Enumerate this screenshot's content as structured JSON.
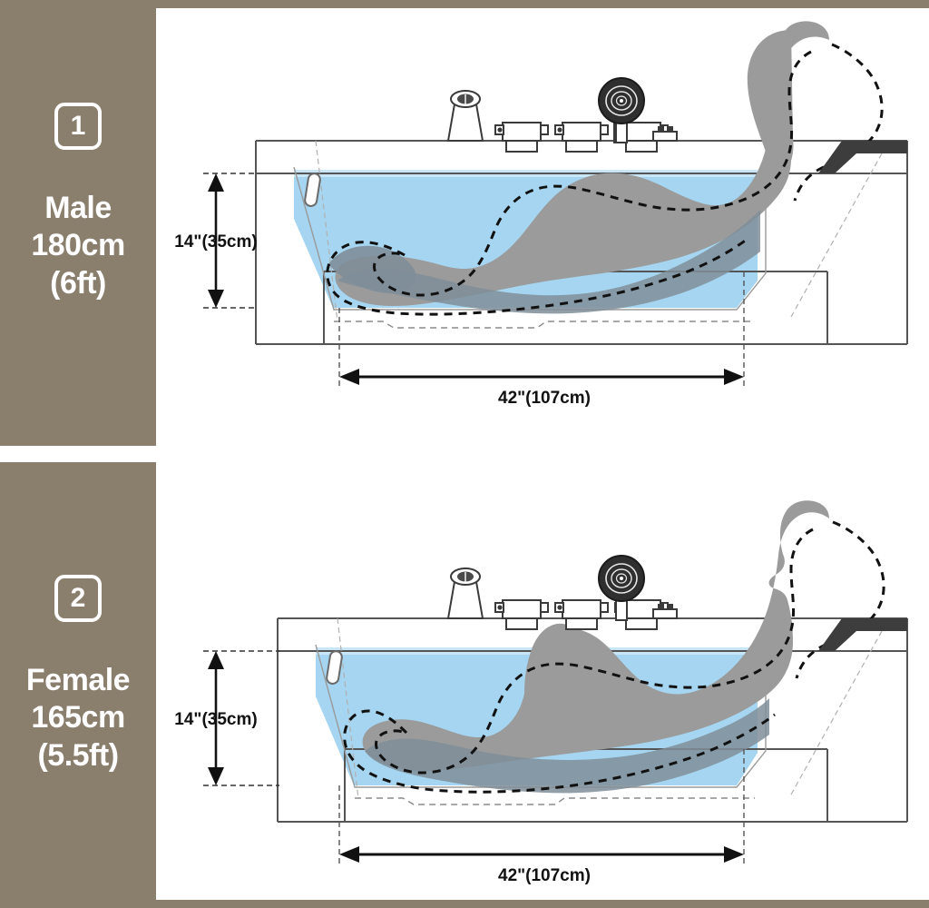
{
  "figure": {
    "title": "Bathtub fitting diagram",
    "background_color": "#ffffff",
    "sidebar_color": "#8a7e6d",
    "water_color": "#a5d5f0",
    "body_color": "#9b9b9b",
    "headrest_color": "#3d3d3d",
    "outline_color": "#555555"
  },
  "panels": [
    {
      "badge": "1",
      "label_line1": "Male",
      "label_line2": "180cm",
      "label_line3": "(6ft)",
      "depth_dimension": "14\"(35cm)",
      "length_dimension": "42\"(107cm)"
    },
    {
      "badge": "2",
      "label_line1": "Female",
      "label_line2": "165cm",
      "label_line3": "(5.5ft)",
      "depth_dimension": "14\"(35cm)",
      "length_dimension": "42\"(107cm)"
    }
  ],
  "fixtures": {
    "spout": "waterfall-spout",
    "valves": 3,
    "handshower": "round-handshower",
    "overflow": "overflow-fitting",
    "grip": "side-grip-handle",
    "headrest": "headrest-pillow"
  }
}
